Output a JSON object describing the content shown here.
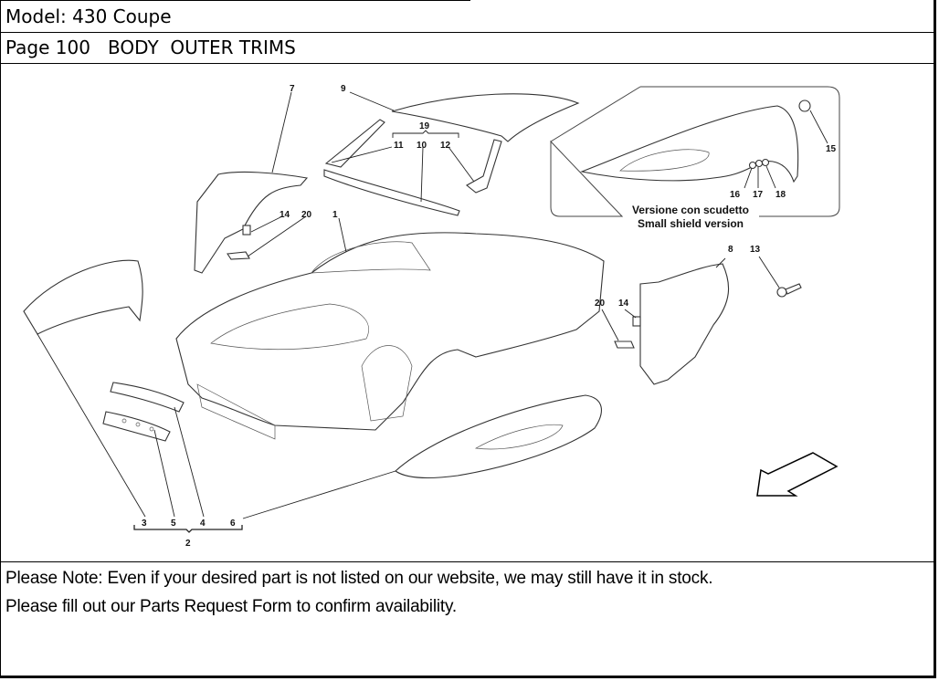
{
  "header": {
    "model_line": "Model: 430 Coupe",
    "page_line": "Page 100   BODY  OUTER TRIMS"
  },
  "diagram": {
    "title": "Body outer trims exploded view",
    "callouts": {
      "c1": "1",
      "c2": "2",
      "c3": "3",
      "c4": "4",
      "c5": "5",
      "c6": "6",
      "c7": "7",
      "c8": "8",
      "c9": "9",
      "c10": "10",
      "c11": "11",
      "c12": "12",
      "c13": "13",
      "c14a": "14",
      "c14b": "14",
      "c15": "15",
      "c16": "16",
      "c17": "17",
      "c18": "18",
      "c19": "19",
      "c20a": "20",
      "c20b": "20"
    },
    "inset": {
      "caption_it": "Versione con scudetto",
      "caption_en": "Small shield version"
    }
  },
  "note": {
    "line1": "Please Note: Even if your desired part is not listed on our website, we may still have it in stock.",
    "line2": "Please fill out our Parts Request Form to confirm availability."
  }
}
